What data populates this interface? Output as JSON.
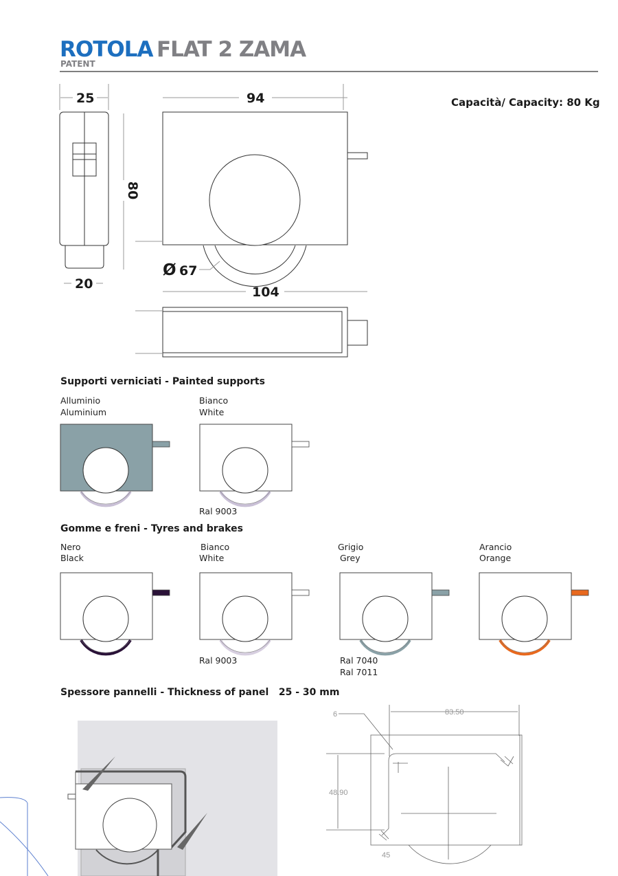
{
  "header": {
    "brand": "ROTOLA",
    "model": "FLAT 2 ZAMA",
    "subtitle": "PATENT"
  },
  "capacity": "Capacità/ Capacity: 80 Kg",
  "dimensions": {
    "width_side": "25",
    "width_front": "94",
    "height": "80",
    "base_side": "20",
    "wheel_diameter": "67",
    "diameter_symbol": "Ø",
    "length_bottom": "104"
  },
  "painted_supports": {
    "title": "Supporti verniciati - Painted supports",
    "items": [
      {
        "label_it": "Alluminio",
        "label_en": "Aluminium",
        "ral": "",
        "body_color": "#8aa1a7"
      },
      {
        "label_it": "Bianco",
        "label_en": "White",
        "ral": "Ral 9003",
        "body_color": "#ffffff"
      }
    ]
  },
  "tyres": {
    "title": "Gomme e freni - Tyres and brakes",
    "items": [
      {
        "label_it": "Nero",
        "label_en": "Black",
        "ral": "",
        "ral2": "",
        "color": "#2a1238"
      },
      {
        "label_it": "Bianco",
        "label_en": "White",
        "ral": "Ral 9003",
        "ral2": "",
        "color": "#ffffff"
      },
      {
        "label_it": "Grigio",
        "label_en": "Grey",
        "ral": "Ral 7040",
        "ral2": "Ral 7011",
        "color": "#8aa1a7"
      },
      {
        "label_it": "Arancio",
        "label_en": "Orange",
        "ral": "",
        "ral2": "",
        "color": "#e8691e"
      }
    ]
  },
  "panel": {
    "title": "Spessore pannelli - Thickness of panel   25 - 30 mm",
    "cad": {
      "radius": "6",
      "width": "83.50",
      "height": "48.90",
      "angle": "45"
    }
  },
  "colors": {
    "brand_blue": "#1d6fbf",
    "title_grey": "#808084"
  }
}
